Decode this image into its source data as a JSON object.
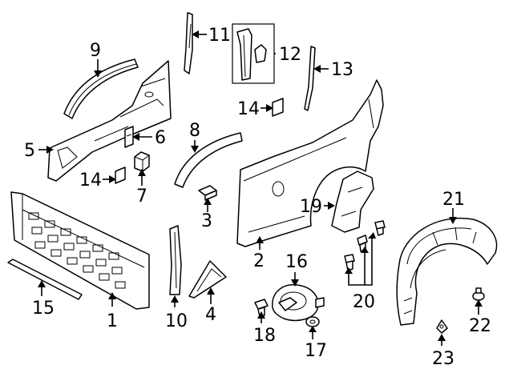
{
  "callouts": [
    {
      "id": "1",
      "text": "1"
    },
    {
      "id": "2",
      "text": "2"
    },
    {
      "id": "3",
      "text": "3"
    },
    {
      "id": "4",
      "text": "4"
    },
    {
      "id": "5",
      "text": "5"
    },
    {
      "id": "6",
      "text": "6"
    },
    {
      "id": "7",
      "text": "7"
    },
    {
      "id": "8",
      "text": "8"
    },
    {
      "id": "9",
      "text": "9"
    },
    {
      "id": "10",
      "text": "10"
    },
    {
      "id": "11",
      "text": "11"
    },
    {
      "id": "12",
      "text": "12"
    },
    {
      "id": "13",
      "text": "13"
    },
    {
      "id": "14a",
      "text": "14"
    },
    {
      "id": "14b",
      "text": "14"
    },
    {
      "id": "15",
      "text": "15"
    },
    {
      "id": "16",
      "text": "16"
    },
    {
      "id": "17",
      "text": "17"
    },
    {
      "id": "18",
      "text": "18"
    },
    {
      "id": "19",
      "text": "19"
    },
    {
      "id": "20",
      "text": "20"
    },
    {
      "id": "21",
      "text": "21"
    },
    {
      "id": "22",
      "text": "22"
    },
    {
      "id": "23",
      "text": "23"
    }
  ]
}
